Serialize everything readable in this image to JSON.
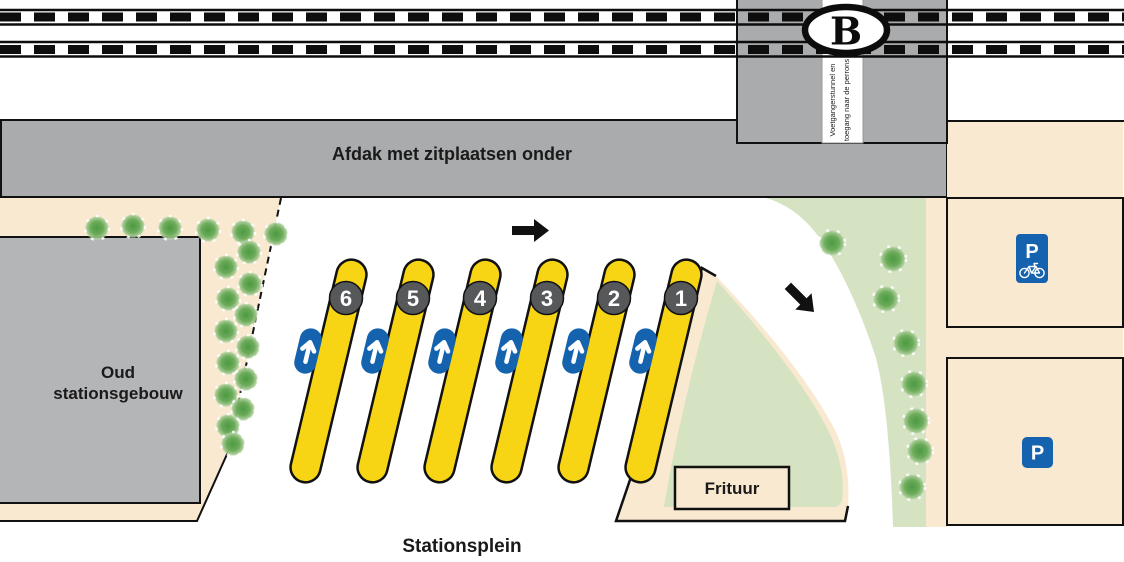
{
  "railway": {
    "logo": "B"
  },
  "tunnel": {
    "line1": "Voetgangerstunnel en",
    "line2": "toegang naar de perrons"
  },
  "canopy": {
    "label": "Afdak met zitplaatsen onder"
  },
  "building": {
    "line1": "Oud",
    "line2": "stationsgebouw"
  },
  "platforms": [
    {
      "number": "6"
    },
    {
      "number": "5"
    },
    {
      "number": "4"
    },
    {
      "number": "3"
    },
    {
      "number": "2"
    },
    {
      "number": "1"
    }
  ],
  "frituur": {
    "label": "Frituur"
  },
  "square": {
    "label": "Stationsplein"
  },
  "parking": {
    "bike": {
      "label": "P",
      "icon": "bicycle-icon"
    },
    "car": {
      "label": "P"
    }
  },
  "colors": {
    "beige": "#f8e9d0",
    "grass": "#d5e3c3",
    "platform_yellow": "#f7d514",
    "sign_blue": "#1563ae",
    "canopy_gray": "#a9abad",
    "building_gray": "#b4b5b7",
    "number_circle_gray": "#57585a",
    "line_black": "#111111",
    "tree_green": "#4c9a42"
  }
}
